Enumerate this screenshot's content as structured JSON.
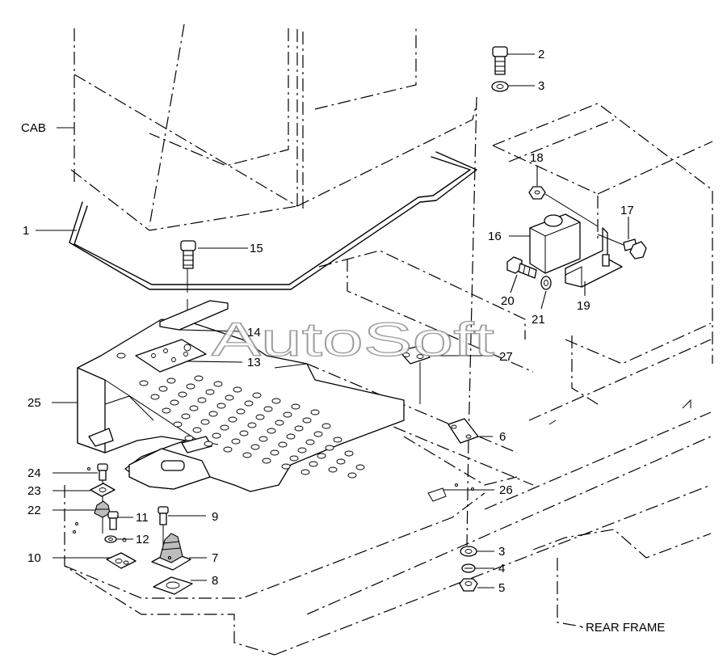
{
  "watermark": "AutoSoft",
  "labels": {
    "cab": "CAB",
    "rear_frame": "REAR FRAME",
    "p1": "1",
    "p2": "2",
    "p3a": "3",
    "p3b": "3",
    "p4": "4",
    "p5": "5",
    "p6": "6",
    "p7": "7",
    "p8": "8",
    "p9": "9",
    "p10": "10",
    "p11": "11",
    "p12": "12",
    "p13": "13",
    "p14": "14",
    "p15": "15",
    "p16": "16",
    "p17": "17",
    "p18": "18",
    "p19": "19",
    "p20": "20",
    "p21": "21",
    "p22": "22",
    "p23": "23",
    "p24": "24",
    "p25": "25",
    "p26": "26",
    "p27": "27"
  }
}
